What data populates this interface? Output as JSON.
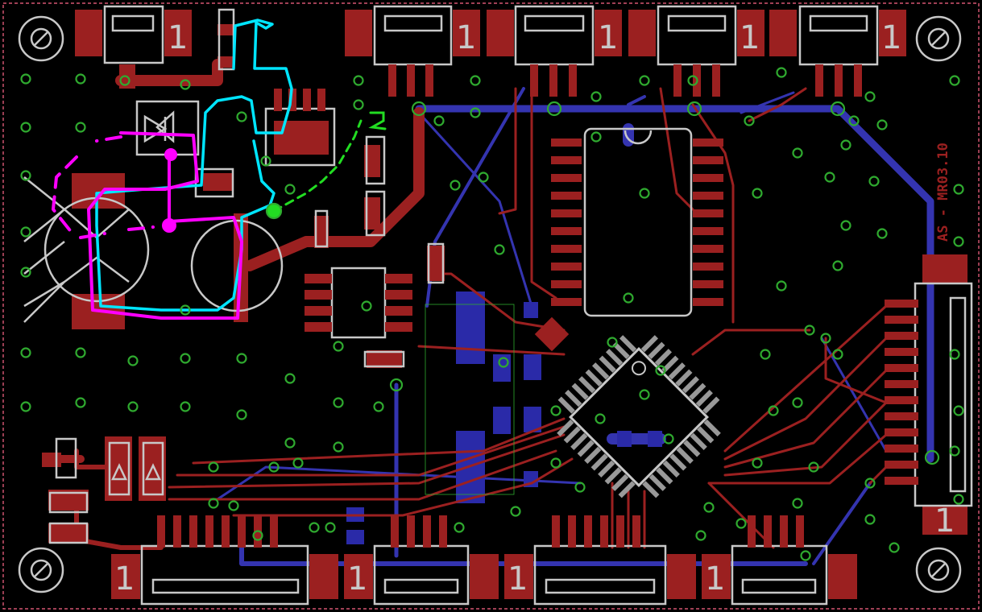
{
  "board": {
    "revision_label": "AS - MR03.10",
    "pin_one_marker": "1",
    "colors": {
      "background": "#000000",
      "top_copper": "#9b2020",
      "bottom_copper": "#3434b0",
      "silkscreen": "#c8c8c8",
      "via": "#2faa2f",
      "marking_cyan": "#00e5ff",
      "marking_magenta": "#ff00ff",
      "marking_green": "#22dd22",
      "outline": "#ff6688"
    }
  },
  "components": {
    "connectors_top": [
      "connector-1",
      "connector-2",
      "connector-3",
      "connector-4",
      "connector-5"
    ],
    "connectors_bottom": [
      "connector-6",
      "connector-7",
      "connector-8",
      "connector-9"
    ],
    "connector_side": "connector-10",
    "mcu": "qfp-chip",
    "dip_ic": "dip-ic",
    "soic_ics": [
      "soic-upper",
      "soic-lower"
    ]
  },
  "icons": {
    "mounting_hole": "mounting-hole-icon",
    "diode": "diode-icon"
  }
}
